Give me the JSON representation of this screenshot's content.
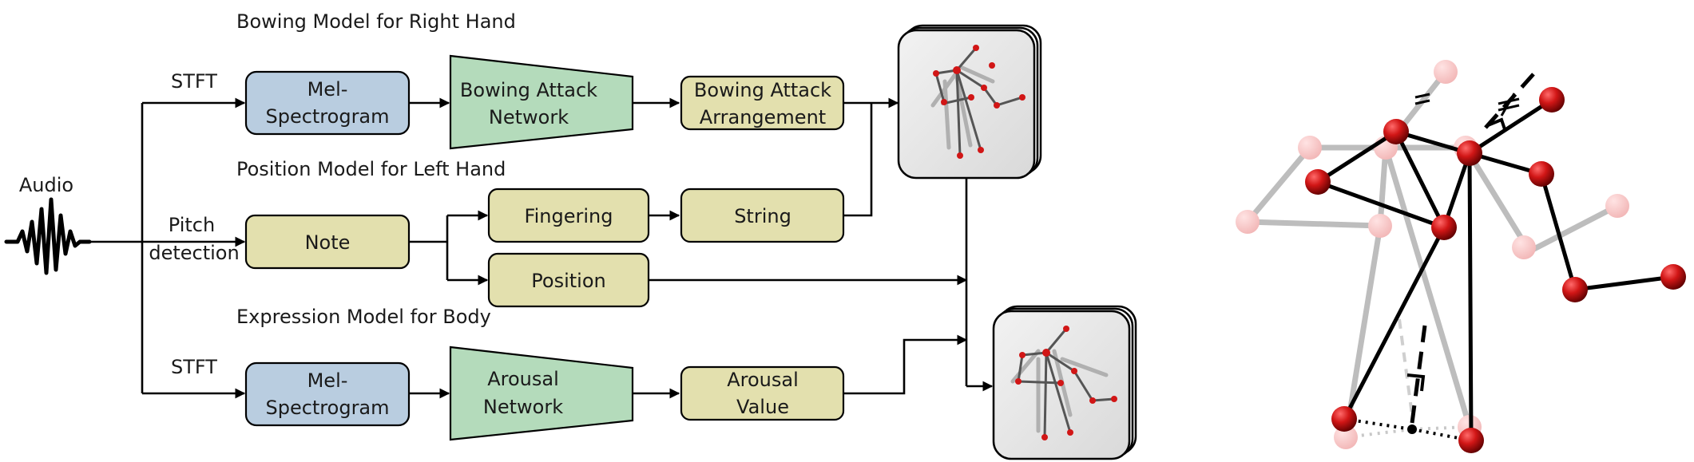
{
  "titles": {
    "bowing": "Bowing Model for Right Hand",
    "position": "Position Model for Left Hand",
    "expression": "Expression Model for Body"
  },
  "input": {
    "audio": "Audio",
    "stft_top": "STFT",
    "pitch_line1": "Pitch",
    "pitch_line2": "detection",
    "stft_bottom": "STFT"
  },
  "bowing_row": {
    "mel_line1": "Mel-",
    "mel_line2": "Spectrogram",
    "network_line1": "Bowing Attack",
    "network_line2": "Network",
    "output_line1": "Bowing Attack",
    "output_line2": "Arrangement"
  },
  "position_row": {
    "note": "Note",
    "fingering": "Fingering",
    "string": "String",
    "position": "Position"
  },
  "expression_row": {
    "mel_line1": "Mel-",
    "mel_line2": "Spectrogram",
    "network_line1": "Arousal",
    "network_line2": "Network",
    "output_line1": "Arousal",
    "output_line2": "Value"
  },
  "colors": {
    "mel_box": "#b9cde0",
    "note_box": "#e3e0ae",
    "network_box": "#b4dbbb",
    "joint": "#d11616"
  },
  "icons": [
    "audio-waveform-icon",
    "skeleton-preview-icon",
    "skeleton-preview-icon",
    "skeleton-3d-figure"
  ]
}
